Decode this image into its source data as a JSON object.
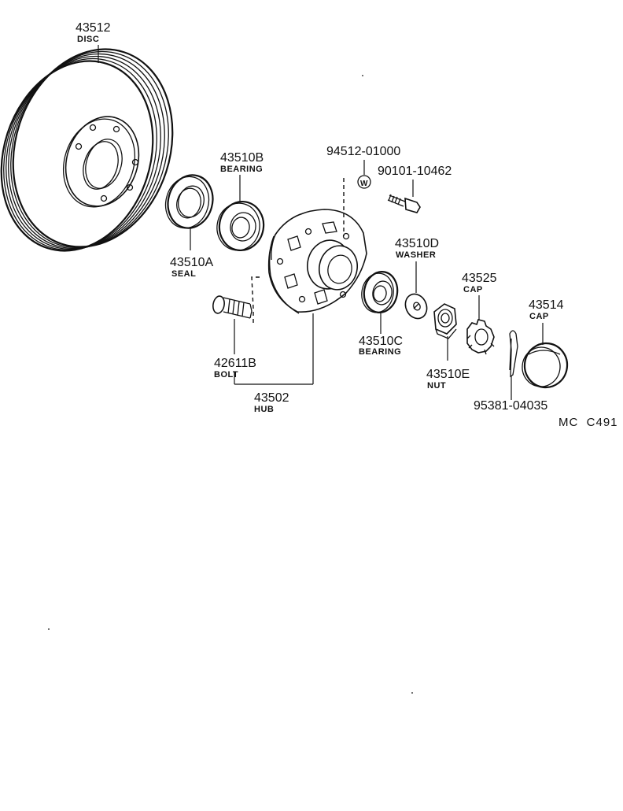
{
  "parts": {
    "disc": {
      "number": "43512",
      "name": "DISC"
    },
    "seal": {
      "number": "43510A",
      "name": "SEAL"
    },
    "bearing_b": {
      "number": "43510B",
      "name": "BEARING"
    },
    "washer_w": {
      "number": "94512-01000",
      "symbol": "W"
    },
    "bolt_90101": {
      "number": "90101-10462"
    },
    "hub": {
      "number": "43502",
      "name": "HUB"
    },
    "bolt_42611": {
      "number": "42611B",
      "name": "BOLT"
    },
    "bearing_c": {
      "number": "43510C",
      "name": "BEARING"
    },
    "washer_d": {
      "number": "43510D",
      "name": "WASHER"
    },
    "nut": {
      "number": "43510E",
      "name": "NUT"
    },
    "cap_43525": {
      "number": "43525",
      "name": "CAP"
    },
    "cap_43514": {
      "number": "43514",
      "name": "CAP"
    },
    "cotter_pin": {
      "number": "95381-04035"
    }
  },
  "figure_code": "MC  C491"
}
